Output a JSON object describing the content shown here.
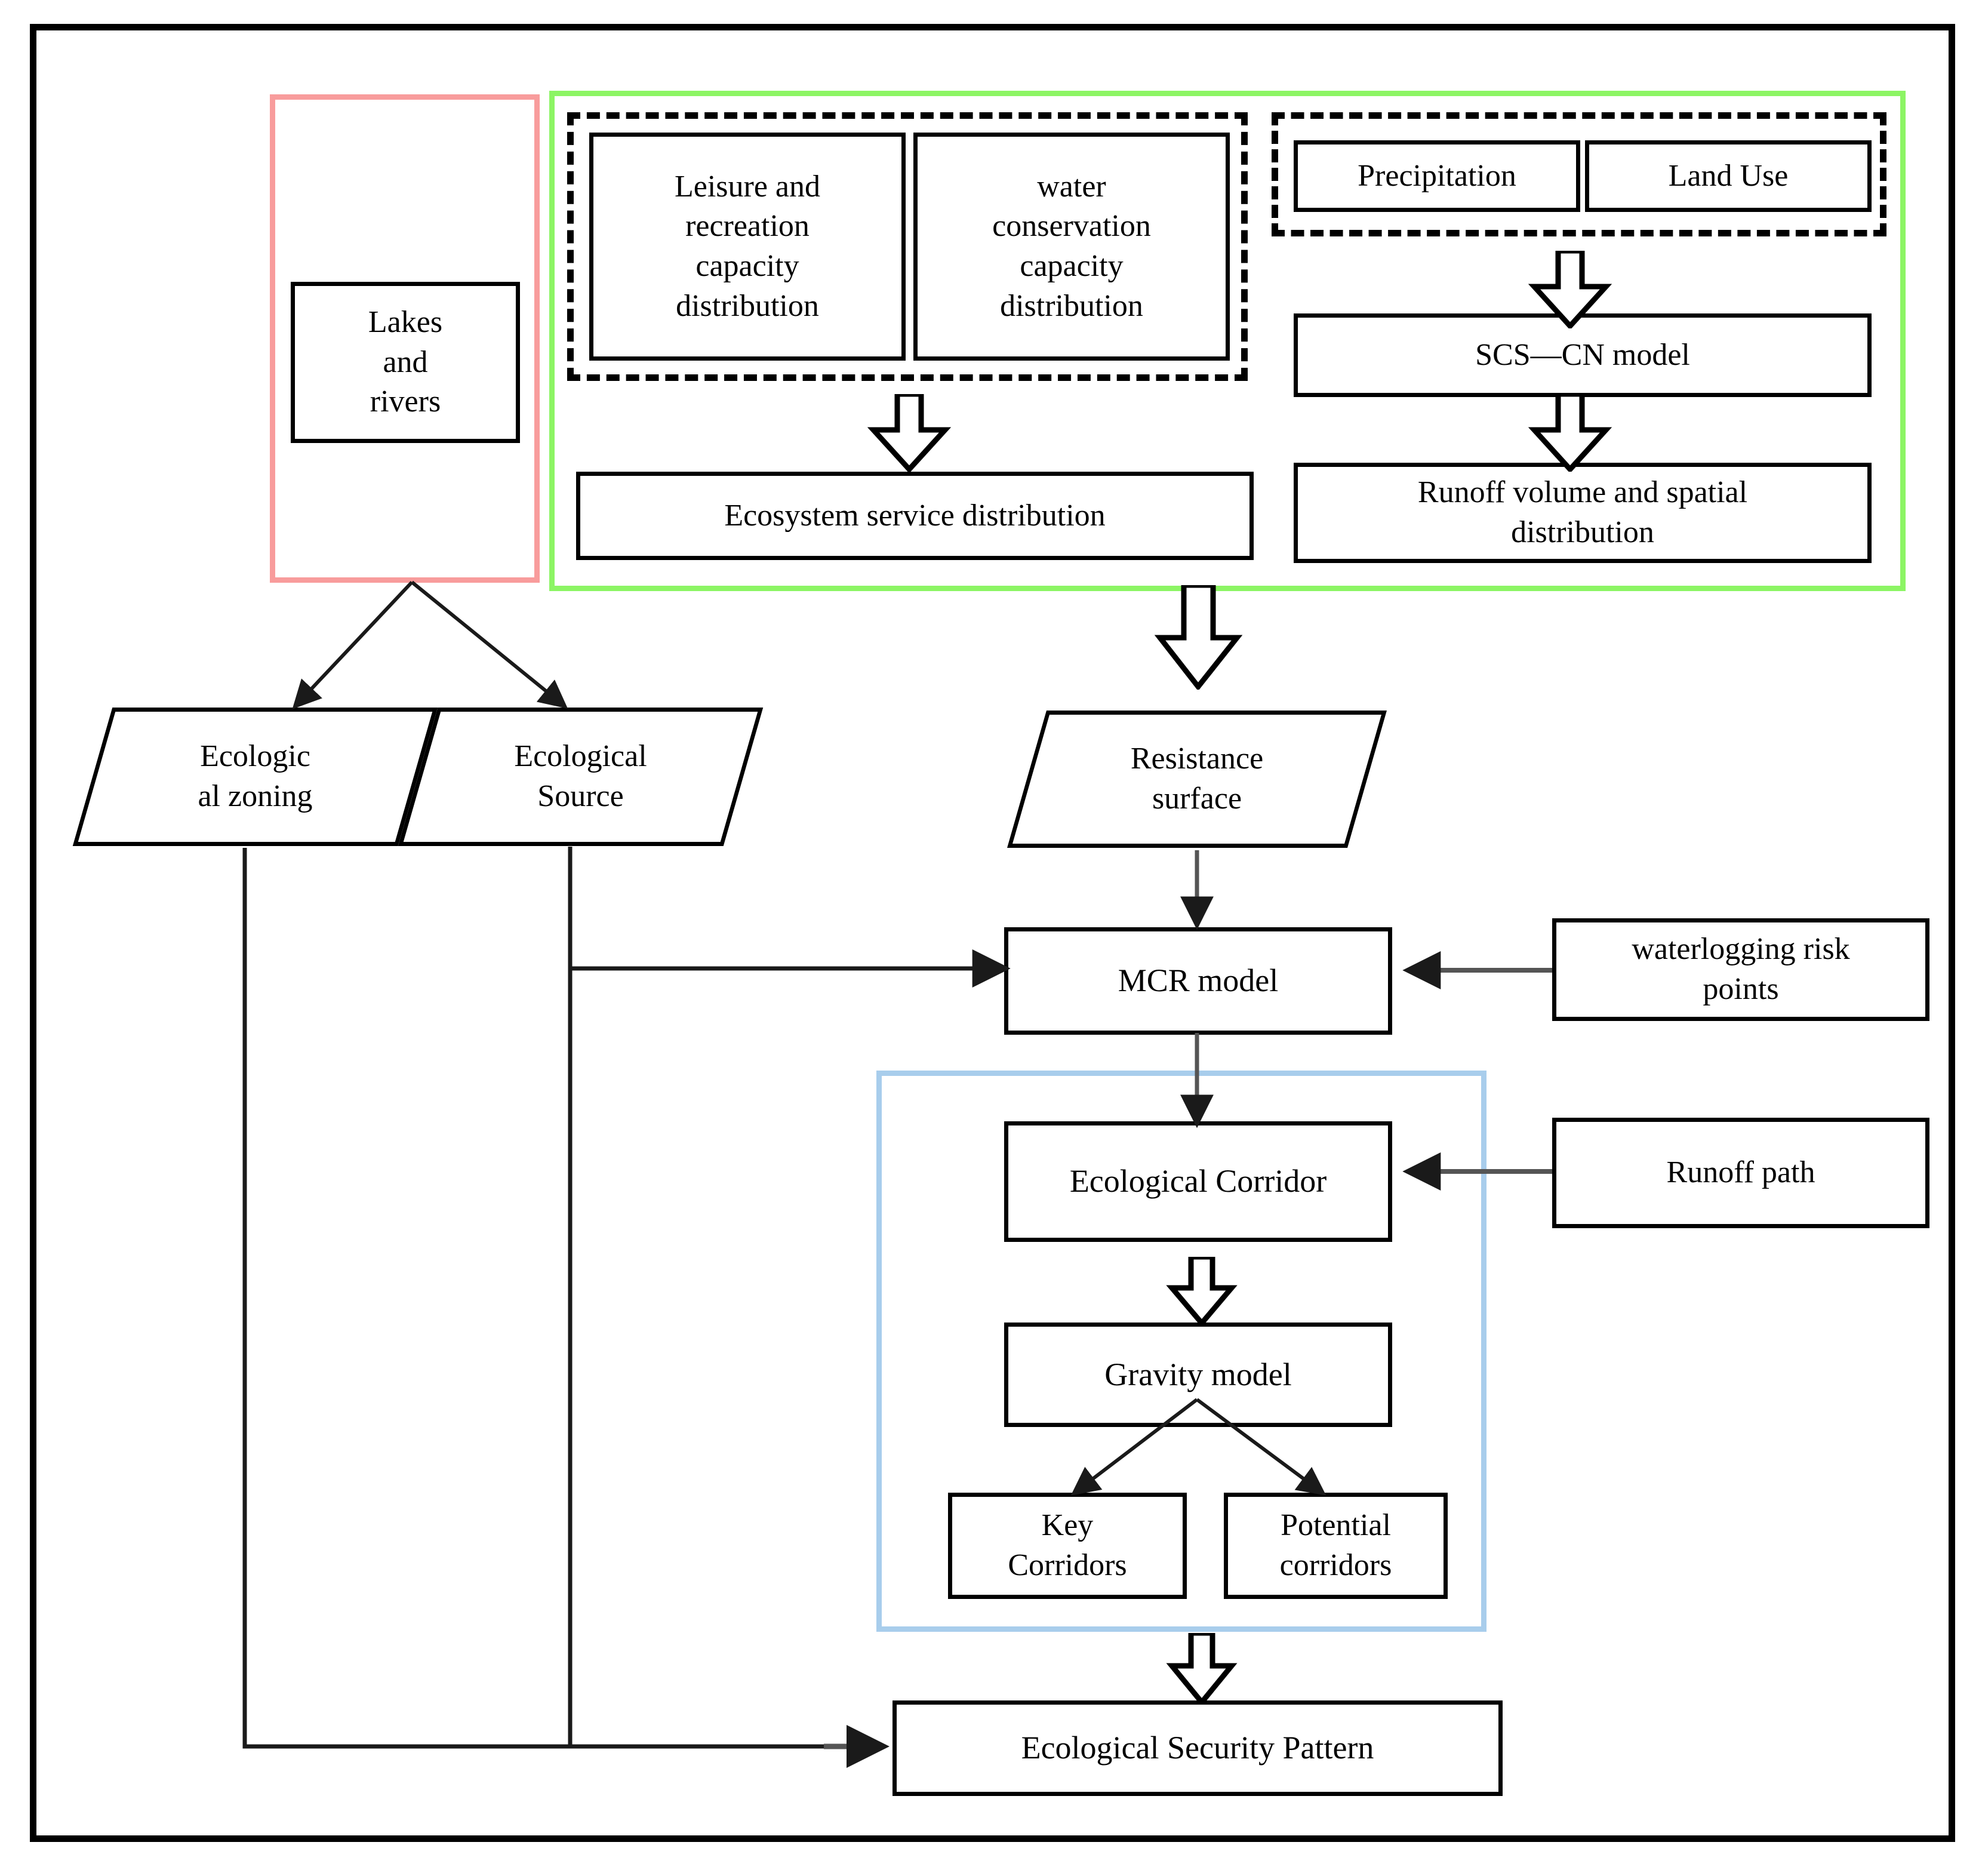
{
  "diagram": {
    "title": "Ecological Security Pattern construction flowchart",
    "groups": [
      {
        "id": "pink-group",
        "name": "hydrology-source-group",
        "color": "#f89c9c"
      },
      {
        "id": "green-group",
        "name": "ecosystem-service-group",
        "color": "#8cf564"
      },
      {
        "id": "blue-group",
        "name": "corridor-identification-group",
        "color": "#a8cdec"
      },
      {
        "id": "dashed-left",
        "name": "ecosystem-service-inputs",
        "color": "#000000"
      },
      {
        "id": "dashed-right",
        "name": "runoff-model-inputs",
        "color": "#000000"
      }
    ],
    "nodes": {
      "lakes_rivers": "Lakes\nand\nrivers",
      "leisure_recreation": "Leisure and\nrecreation\ncapacity\ndistribution",
      "water_conservation": "water\nconservation\ncapacity\ndistribution",
      "precipitation": "Precipitation",
      "land_use": "Land Use",
      "scs_cn_model": "SCS—CN model",
      "ecosystem_service_distribution": "Ecosystem service distribution",
      "runoff_volume": "Runoff volume and spatial\ndistribution",
      "ecological_zoning": "Ecologic\nal zoning",
      "ecological_source": "Ecological\nSource",
      "resistance_surface": "Resistance\nsurface",
      "mcr_model": "MCR model",
      "waterlogging_risk_points": "waterlogging risk\npoints",
      "ecological_corridor": "Ecological Corridor",
      "runoff_path": "Runoff path",
      "gravity_model": "Gravity model",
      "key_corridors": "Key\nCorridors",
      "potential_corridors": "Potential\ncorridors",
      "ecological_security_pattern": "Ecological Security Pattern"
    },
    "edges": [
      {
        "from": "lakes_rivers",
        "to": "ecological_zoning",
        "style": "thin-arrow"
      },
      {
        "from": "lakes_rivers",
        "to": "ecological_source",
        "style": "thin-arrow"
      },
      {
        "from": "dashed-left",
        "to": "ecosystem_service_distribution",
        "style": "block-arrow"
      },
      {
        "from": "dashed-right",
        "to": "scs_cn_model",
        "style": "block-arrow"
      },
      {
        "from": "scs_cn_model",
        "to": "runoff_volume",
        "style": "block-arrow"
      },
      {
        "from": "green-group",
        "to": "resistance_surface",
        "style": "block-arrow"
      },
      {
        "from": "resistance_surface",
        "to": "mcr_model",
        "style": "thin-arrow"
      },
      {
        "from": "ecological_source",
        "to": "mcr_model",
        "style": "thin-arrow"
      },
      {
        "from": "waterlogging_risk_points",
        "to": "mcr_model",
        "style": "thin-arrow"
      },
      {
        "from": "mcr_model",
        "to": "ecological_corridor",
        "style": "thin-arrow"
      },
      {
        "from": "runoff_path",
        "to": "ecological_corridor",
        "style": "thin-arrow"
      },
      {
        "from": "ecological_corridor",
        "to": "gravity_model",
        "style": "block-arrow"
      },
      {
        "from": "gravity_model",
        "to": "key_corridors",
        "style": "thin-arrow"
      },
      {
        "from": "gravity_model",
        "to": "potential_corridors",
        "style": "thin-arrow"
      },
      {
        "from": "blue-group",
        "to": "ecological_security_pattern",
        "style": "block-arrow"
      },
      {
        "from": "ecological_zoning",
        "to": "ecological_security_pattern",
        "style": "thin-arrow"
      },
      {
        "from": "ecological_source",
        "to": "ecological_security_pattern",
        "style": "thin-arrow"
      }
    ]
  }
}
